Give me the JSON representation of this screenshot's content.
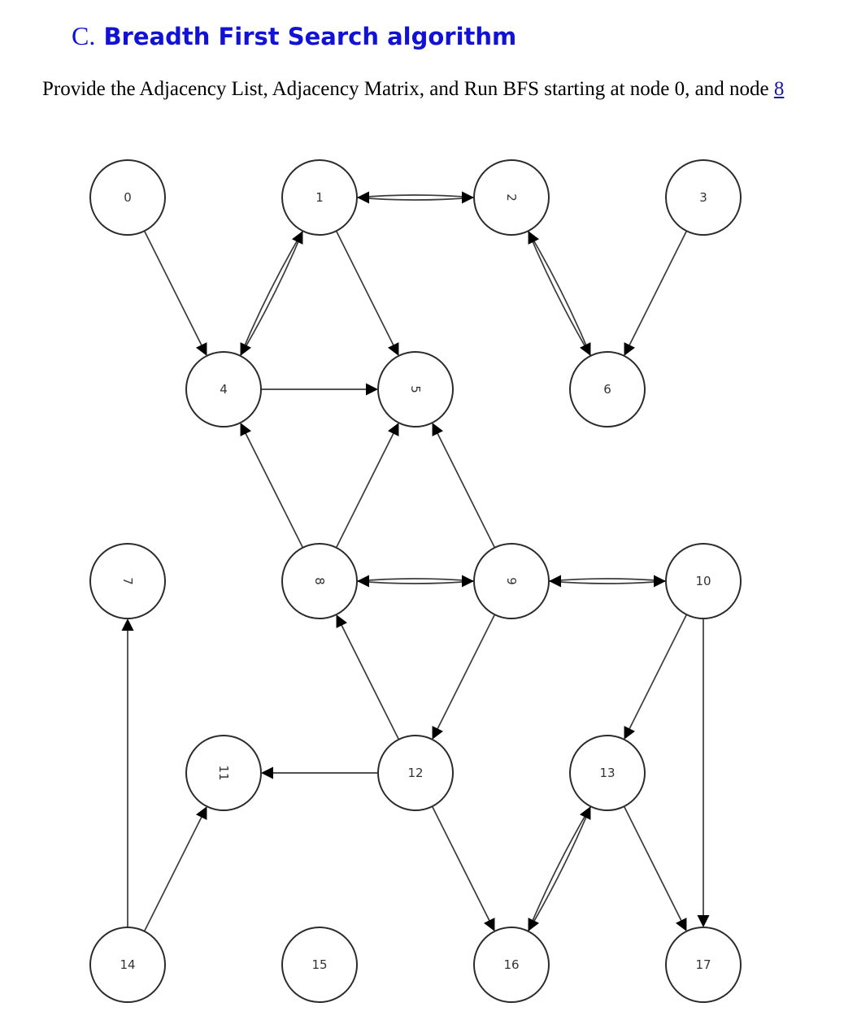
{
  "heading": {
    "letter": "C.",
    "title": "Breadth First Search algorithm"
  },
  "instruction": {
    "text": "Provide the Adjacency List, Adjacency Matrix, and Run BFS starting at node 0, and node ",
    "node_ref": "8"
  },
  "graph": {
    "nodes": [
      {
        "id": 0,
        "label": "0",
        "col": 0,
        "row": 0,
        "rot": 0
      },
      {
        "id": 1,
        "label": "1",
        "col": 1,
        "row": 0,
        "rot": 0
      },
      {
        "id": 2,
        "label": "2",
        "col": 2,
        "row": 0,
        "rot": 90
      },
      {
        "id": 3,
        "label": "3",
        "col": 3,
        "row": 0,
        "rot": 0
      },
      {
        "id": 4,
        "label": "4",
        "col": 0.5,
        "row": 1,
        "rot": 0
      },
      {
        "id": 5,
        "label": "5",
        "col": 1.5,
        "row": 1,
        "rot": 90
      },
      {
        "id": 6,
        "label": "6",
        "col": 2.5,
        "row": 1,
        "rot": 0
      },
      {
        "id": 7,
        "label": "7",
        "col": 0,
        "row": 2,
        "rot": 90
      },
      {
        "id": 8,
        "label": "8",
        "col": 1,
        "row": 2,
        "rot": 90
      },
      {
        "id": 9,
        "label": "9",
        "col": 2,
        "row": 2,
        "rot": 90
      },
      {
        "id": 10,
        "label": "10",
        "col": 3,
        "row": 2,
        "rot": 0
      },
      {
        "id": 11,
        "label": "11",
        "col": 0.5,
        "row": 3,
        "rot": 90
      },
      {
        "id": 12,
        "label": "12",
        "col": 1.5,
        "row": 3,
        "rot": 0
      },
      {
        "id": 13,
        "label": "13",
        "col": 2.5,
        "row": 3,
        "rot": 0
      },
      {
        "id": 14,
        "label": "14",
        "col": 0,
        "row": 4,
        "rot": 0
      },
      {
        "id": 15,
        "label": "15",
        "col": 1,
        "row": 4,
        "rot": 0
      },
      {
        "id": 16,
        "label": "16",
        "col": 2,
        "row": 4,
        "rot": 0
      },
      {
        "id": 17,
        "label": "17",
        "col": 3,
        "row": 4,
        "rot": 0
      }
    ],
    "edges": [
      {
        "from": 0,
        "to": 4
      },
      {
        "from": 1,
        "to": 2,
        "bidirectional": true
      },
      {
        "from": 1,
        "to": 4,
        "bidirectional": true
      },
      {
        "from": 1,
        "to": 5
      },
      {
        "from": 2,
        "to": 6,
        "bidirectional": true
      },
      {
        "from": 3,
        "to": 6
      },
      {
        "from": 4,
        "to": 5
      },
      {
        "from": 8,
        "to": 4
      },
      {
        "from": 8,
        "to": 5
      },
      {
        "from": 9,
        "to": 5
      },
      {
        "from": 8,
        "to": 9,
        "bidirectional": true
      },
      {
        "from": 9,
        "to": 10,
        "bidirectional": true
      },
      {
        "from": 9,
        "to": 12
      },
      {
        "from": 12,
        "to": 8
      },
      {
        "from": 10,
        "to": 13
      },
      {
        "from": 10,
        "to": 17
      },
      {
        "from": 12,
        "to": 11
      },
      {
        "from": 12,
        "to": 16
      },
      {
        "from": 14,
        "to": 7
      },
      {
        "from": 14,
        "to": 11
      },
      {
        "from": 13,
        "to": 16,
        "bidirectional": true
      },
      {
        "from": 13,
        "to": 17
      }
    ]
  }
}
